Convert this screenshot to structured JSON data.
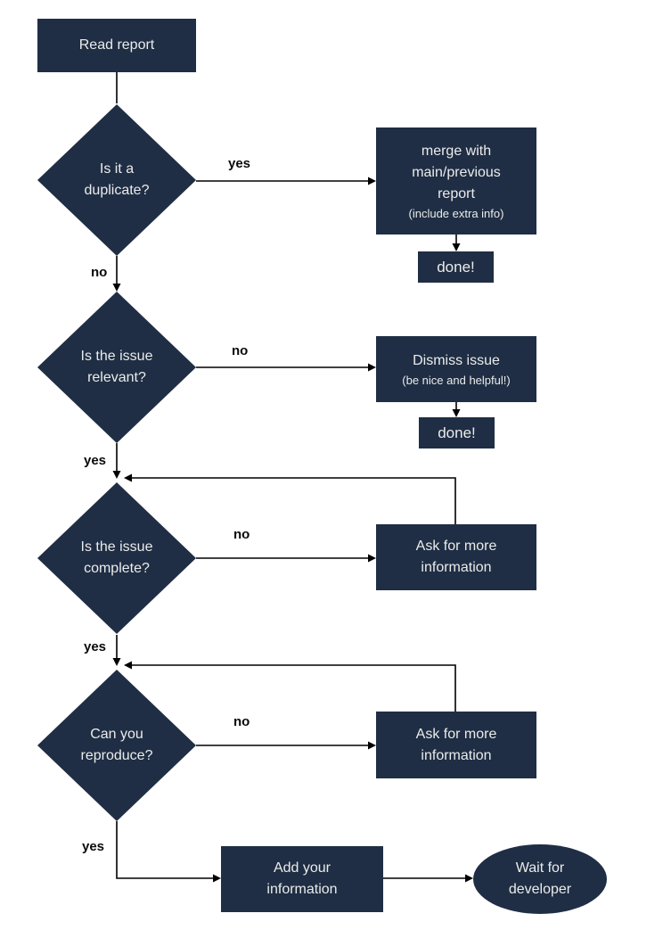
{
  "diagram": {
    "kind": "flowchart",
    "topic": "Bug report triage workflow",
    "colors": {
      "node_fill": "#1f2e44",
      "node_text": "#ebebeb",
      "edge_stroke": "#000000",
      "edge_label_text": "#0a0a0a",
      "background": "#ffffff"
    },
    "nodes": {
      "read_report": {
        "label": "Read report"
      },
      "is_duplicate": {
        "label": "Is it a\nduplicate?"
      },
      "merge_report": {
        "label": "merge with\nmain/previous\nreport",
        "note": "(include extra info)"
      },
      "done_after_merge": {
        "label": "done!"
      },
      "is_relevant": {
        "label": "Is the issue\nrelevant?"
      },
      "dismiss_issue": {
        "label": "Dismiss issue",
        "note": "(be nice and helpful!)"
      },
      "done_after_dismiss": {
        "label": "done!"
      },
      "is_complete": {
        "label": "Is the issue\ncomplete?"
      },
      "ask_more_info_1": {
        "label": "Ask for more\ninformation"
      },
      "can_reproduce": {
        "label": "Can you\nreproduce?"
      },
      "ask_more_info_2": {
        "label": "Ask for more\ninformation"
      },
      "add_information": {
        "label": "Add your\ninformation"
      },
      "wait_for_developer": {
        "label": "Wait for\ndeveloper"
      }
    },
    "edge_labels": {
      "duplicate_yes": "yes",
      "duplicate_no": "no",
      "relevant_no": "no",
      "relevant_yes": "yes",
      "complete_no": "no",
      "complete_yes": "yes",
      "reproduce_no": "no",
      "reproduce_yes": "yes"
    }
  }
}
